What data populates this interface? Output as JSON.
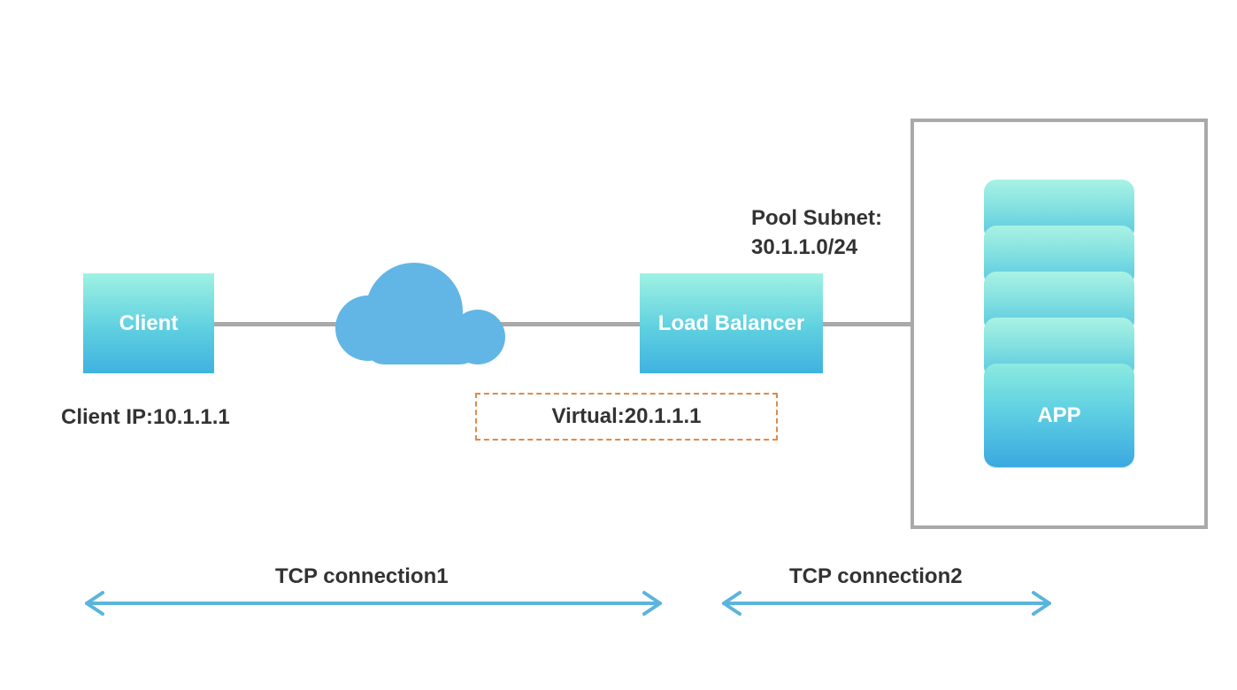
{
  "nodes": {
    "client": {
      "label": "Client"
    },
    "load_balancer": {
      "label": "Load Balancer"
    },
    "app": {
      "label": "APP"
    }
  },
  "annotations": {
    "client_ip": "Client IP:10.1.1.1",
    "virtual_ip": "Virtual:20.1.1.1",
    "pool_subnet_title": "Pool Subnet:",
    "pool_subnet_value": "30.1.1.0/24"
  },
  "connections": {
    "tcp1": "TCP connection1",
    "tcp2": "TCP connection2"
  },
  "colors": {
    "node_gradient_top": "#9ff2e3",
    "node_gradient_bottom": "#3fb2e0",
    "cloud": "#62b6e6",
    "link_line": "#a9a9a9",
    "arrow": "#5ab4dc",
    "virtual_border": "#e08a4a",
    "text": "#333333"
  },
  "icons": {
    "network": "cloud-icon"
  }
}
